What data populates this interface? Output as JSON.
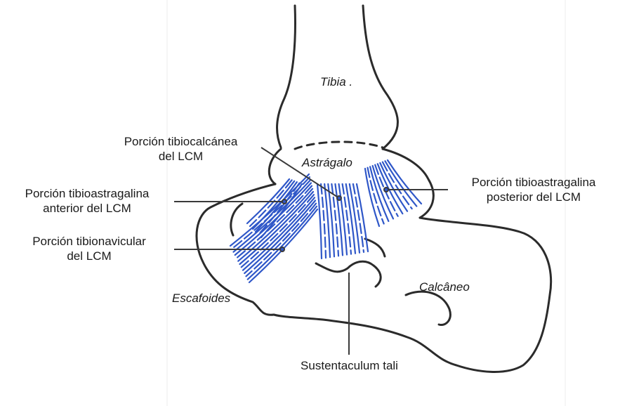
{
  "figure": {
    "bones": {
      "tibia": "Tibia .",
      "talus": "Astrágalo",
      "navicular": "Escafoides",
      "calcaneus": "Calcâneo"
    },
    "labels": {
      "tibiocalcaneal": [
        "Porción tibiocalcánea",
        "del LCM"
      ],
      "anterior_tibiotalar": [
        "Porción tibioastragalina",
        "anterior del LCM"
      ],
      "tibionavicular": [
        "Porción tibionavicular",
        "del LCM"
      ],
      "posterior_tibiotalar": [
        "Porción tibioastragalina",
        "posterior del LCM"
      ],
      "sustentaculum": "Sustentaculum tali"
    },
    "colors": {
      "ligament": "#2f57c8",
      "outline": "#2b2b2b",
      "leader": "#3a3a3a"
    }
  }
}
